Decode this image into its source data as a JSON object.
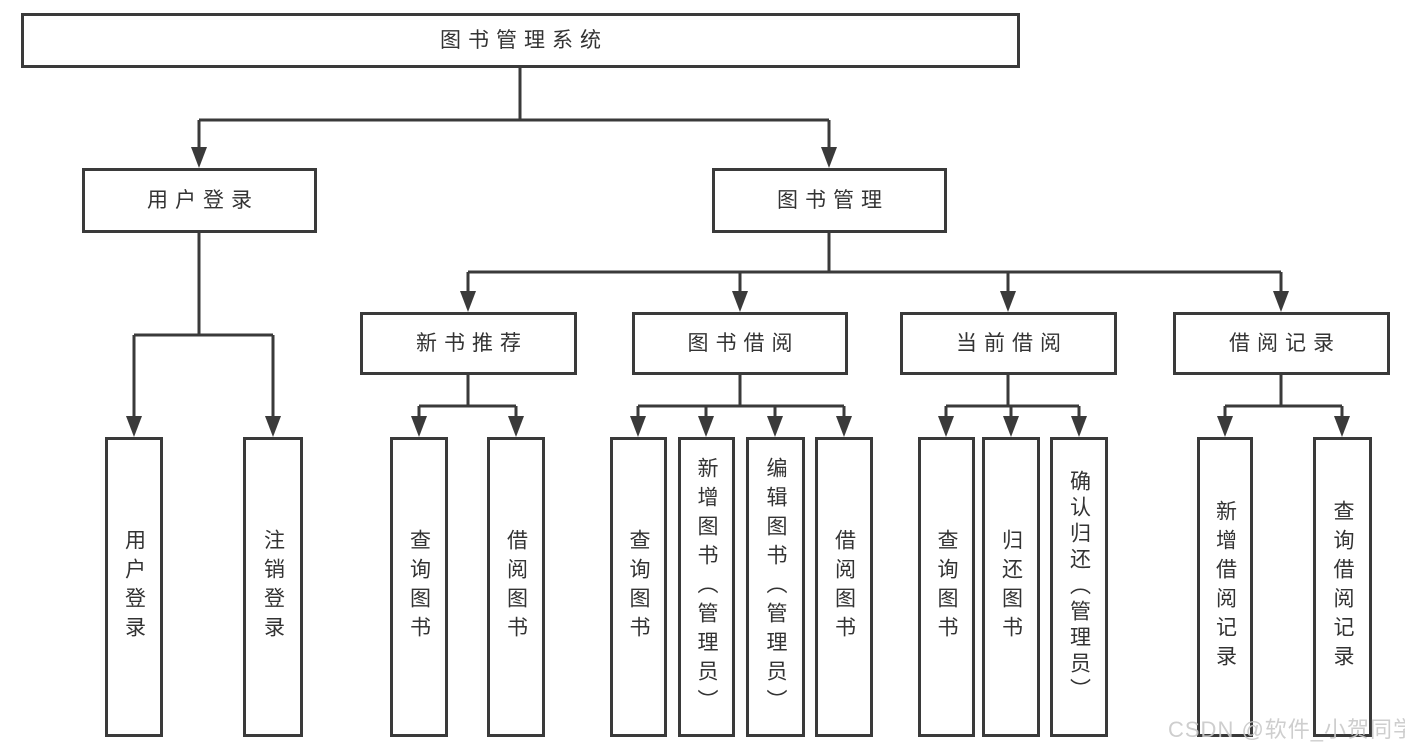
{
  "colors": {
    "line": "#3a3a3a",
    "text": "#333333",
    "watermark": "#c9c9c9"
  },
  "watermark": {
    "text": "CSDN @软件_小贺同学"
  },
  "tree": {
    "label": "图书管理系统",
    "children": [
      {
        "label": "用户登录",
        "children": [
          {
            "label": "用户登录"
          },
          {
            "label": "注销登录"
          }
        ]
      },
      {
        "label": "图书管理",
        "children": [
          {
            "label": "新书推荐",
            "children": [
              {
                "label": "查询图书"
              },
              {
                "label": "借阅图书"
              }
            ]
          },
          {
            "label": "图书借阅",
            "children": [
              {
                "label": "查询图书"
              },
              {
                "label": "新增图书（管理员）"
              },
              {
                "label": "编辑图书（管理员）"
              },
              {
                "label": "借阅图书"
              }
            ]
          },
          {
            "label": "当前借阅",
            "children": [
              {
                "label": "查询图书"
              },
              {
                "label": "归还图书"
              },
              {
                "label": "确认归还（管理员）"
              }
            ]
          },
          {
            "label": "借阅记录",
            "children": [
              {
                "label": "新增借阅记录"
              },
              {
                "label": "查询借阅记录"
              }
            ]
          }
        ]
      }
    ]
  }
}
